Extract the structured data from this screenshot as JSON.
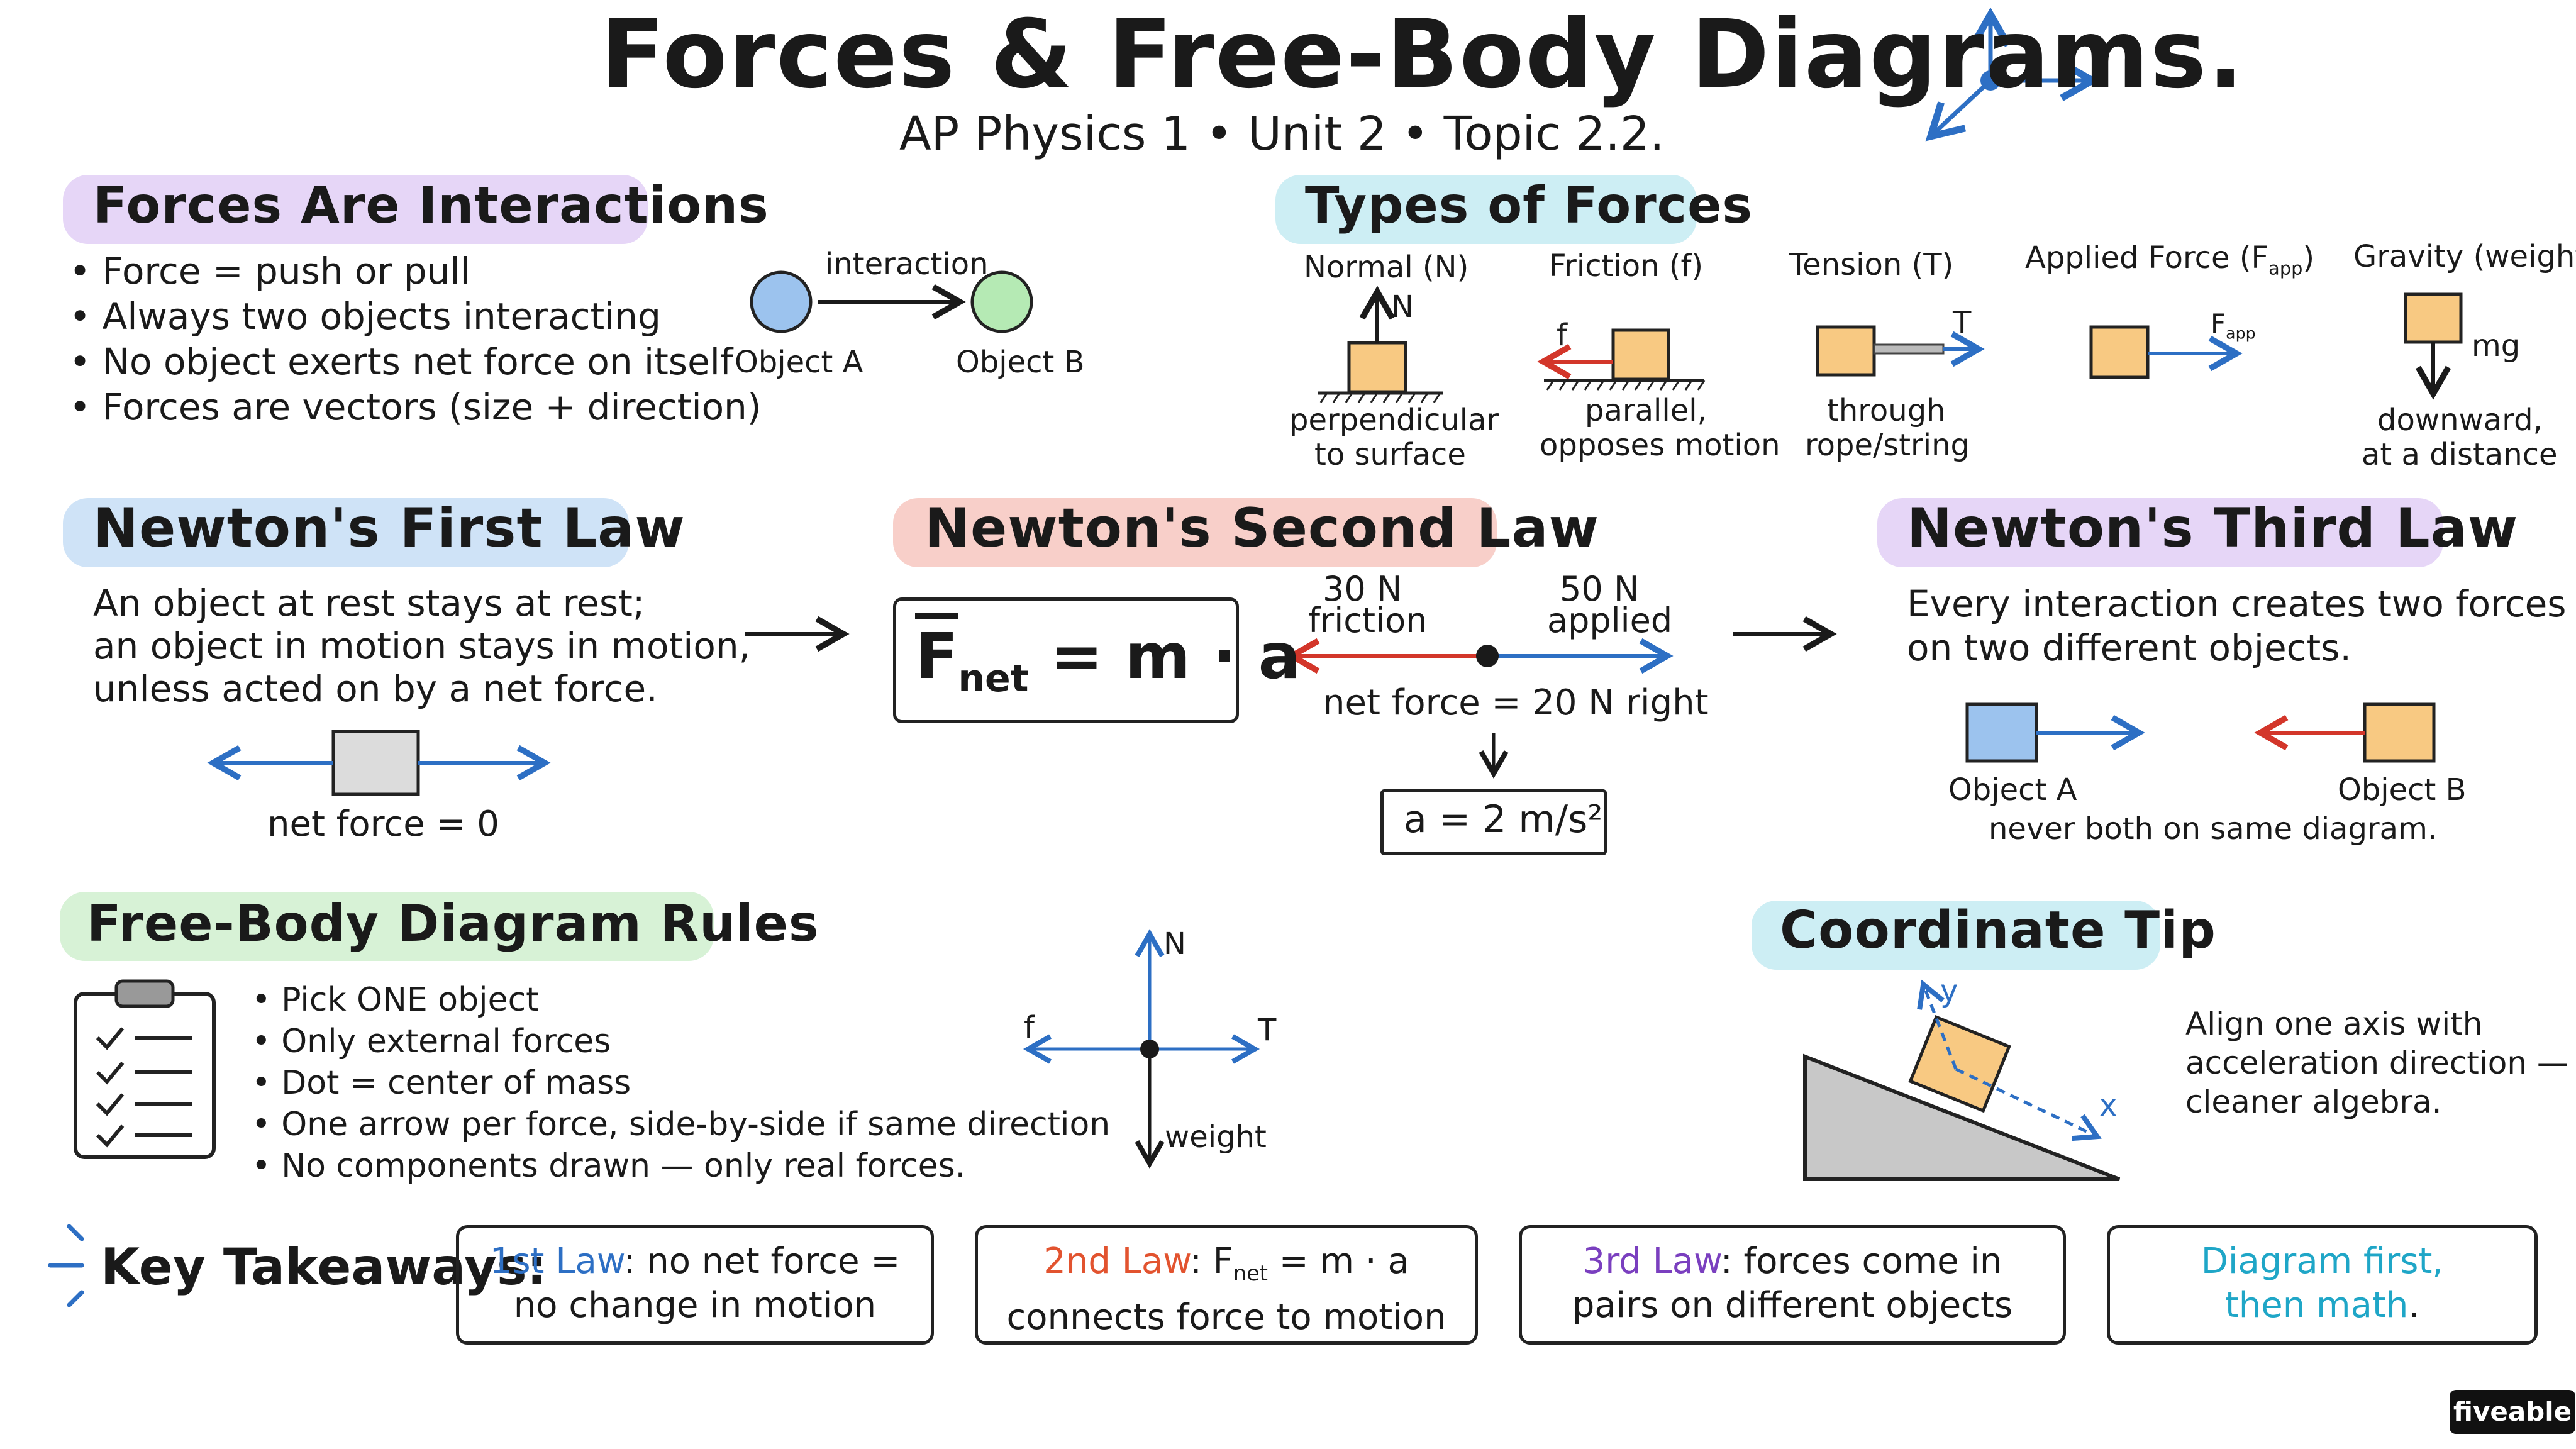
{
  "header": {
    "title": "Forces & Free-Body Diagrams.",
    "subtitle": "AP Physics 1 • Unit 2 • Topic 2.2."
  },
  "interactions": {
    "heading": "Forces Are Interactions",
    "bullets": [
      "• Force = push or pull",
      "• Always two objects interacting",
      "• No object exerts net force on itself",
      "• Forces are vectors (size + direction)"
    ],
    "arrow_label": "interaction",
    "object_a": "Object A",
    "object_b": "Object B"
  },
  "types": {
    "heading": "Types of Forces",
    "items": [
      {
        "name": "Normal (N)",
        "arrow_label": "N",
        "desc1": "perpendicular",
        "desc2": "to surface"
      },
      {
        "name": "Friction (f)",
        "arrow_label": "f",
        "desc1": "parallel,",
        "desc2": "opposes motion"
      },
      {
        "name": "Tension (T)",
        "arrow_label": "T",
        "desc1": "through",
        "desc2": "rope/string"
      },
      {
        "name": "Applied Force (F",
        "name_sub": "app",
        "name_end": ")",
        "arrow_label": "F",
        "arrow_sub": "app",
        "desc1": "",
        "desc2": ""
      },
      {
        "name": "Gravity (weight)",
        "arrow_label": "mg",
        "desc1": "downward,",
        "desc2": "at a distance"
      }
    ]
  },
  "first_law": {
    "heading": "Newton's First Law",
    "lines": [
      "An object at rest stays at rest;",
      "an object in motion stays in motion,",
      "unless acted on by a net force."
    ],
    "net_label": "net force = 0"
  },
  "second_law": {
    "heading": "Newton's Second Law",
    "eq_f": "F",
    "eq_sub": "net",
    "eq_rest": "= m · a",
    "left_val": "30 N",
    "left_name": "friction",
    "right_val": "50 N",
    "right_name": "applied",
    "net": "net force = 20 N right",
    "accel": "a = 2 m/s²"
  },
  "third_law": {
    "heading": "Newton's Third Law",
    "lines": [
      "Every interaction creates two forces",
      "on two different objects."
    ],
    "object_a": "Object A",
    "object_b": "Object B",
    "note": "never both on same diagram."
  },
  "fbd": {
    "heading": "Free-Body Diagram Rules",
    "bullets": [
      "• Pick ONE object",
      "• Only external forces",
      "• Dot = center of mass",
      "• One arrow per force, side-by-side if same direction",
      "• No components drawn — only real forces."
    ],
    "labels": {
      "n": "N",
      "f": "f",
      "t": "T",
      "w": "weight"
    }
  },
  "coord": {
    "heading": "Coordinate Tip",
    "y": "y",
    "x": "x",
    "lines": [
      "Align one axis with",
      "acceleration direction —",
      "cleaner algebra."
    ]
  },
  "takeaways": {
    "label": "Key Takeaways:",
    "boxes": [
      {
        "hl": "1st Law",
        "rest1": ": no net force =",
        "line2": "no change in motion"
      },
      {
        "hl": "2nd Law",
        "rest1": ": F",
        "sub": "net",
        "rest1b": " = m · a",
        "line2": "connects force to motion"
      },
      {
        "hl": "3rd Law",
        "rest1": ": forces come in",
        "line2": "pairs on different objects"
      },
      {
        "line1": "Diagram first,",
        "line2": "then math",
        "end": "."
      }
    ]
  },
  "brand": "fiveable",
  "colors": {
    "purple_hl": "#e6d6f7",
    "cyan_hl": "#cdeef4",
    "blue_hl": "#cfe3f7",
    "red_hl": "#f8cfc9",
    "green_hl": "#d7f2d6",
    "blue_arrow": "#2d6fc4",
    "red_arrow": "#d3362a",
    "box_orange": "#f8c982",
    "obj_blue": "#9cc3ee",
    "obj_green": "#b5eab4",
    "t1": "#2d6fc4",
    "t2": "#e2532f",
    "t3": "#7a3fbf",
    "t4": "#1fa6c7"
  }
}
